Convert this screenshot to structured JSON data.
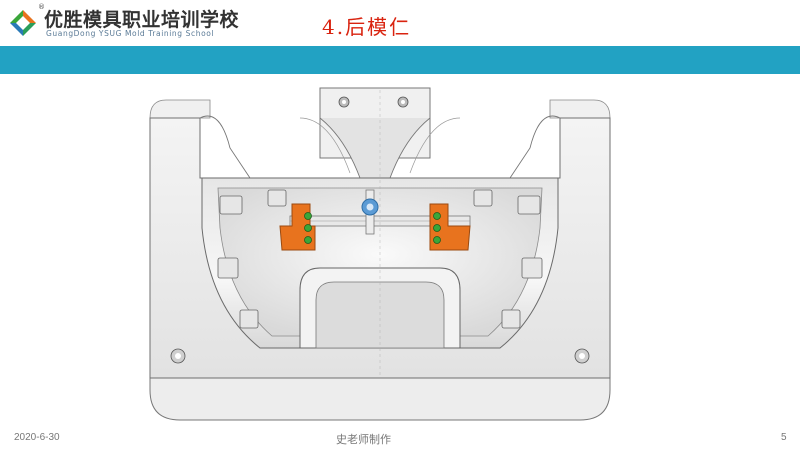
{
  "header": {
    "logo_cn": "优胜模具职业培训学校",
    "logo_en": "GuangDong YSUG Mold Training School",
    "registered": "®"
  },
  "slide": {
    "title": "4.后模仁"
  },
  "figure": {
    "description_icon": "mold-core-cad-drawing",
    "highlight_color": "#e8731e",
    "screw_color": "#3aa63a",
    "pin_color": "#5b9bd5"
  },
  "footer": {
    "date": "2020-6-30",
    "author": "史老师制作",
    "page": "5"
  },
  "colors": {
    "accent_bar": "#22a2c3",
    "title_red": "#d9230f"
  }
}
